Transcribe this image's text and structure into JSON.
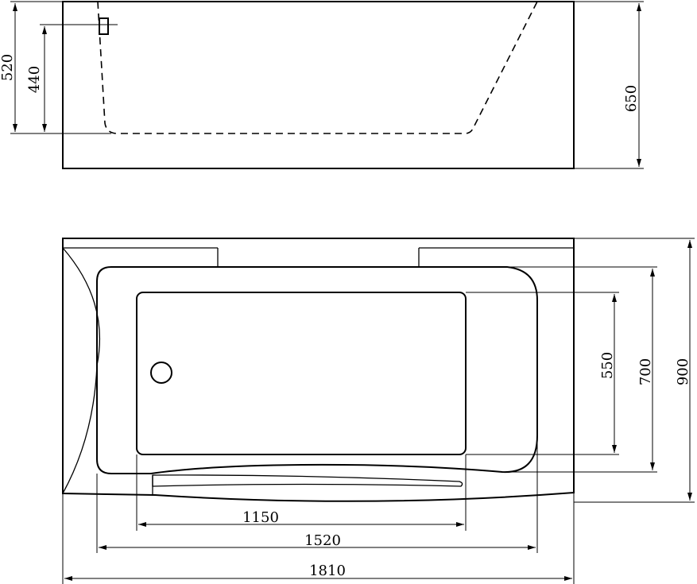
{
  "drawing": {
    "stroke_color": "#000000",
    "background_color": "#ffffff",
    "side_view": {
      "dimensions": {
        "overflow_height": "520",
        "water_level": "440",
        "total_height": "650"
      }
    },
    "top_view": {
      "dimensions": {
        "bottom_length": "1150",
        "inner_length": "1520",
        "total_length": "1810",
        "bottom_width": "550",
        "inner_width": "700",
        "total_width": "900"
      }
    }
  }
}
